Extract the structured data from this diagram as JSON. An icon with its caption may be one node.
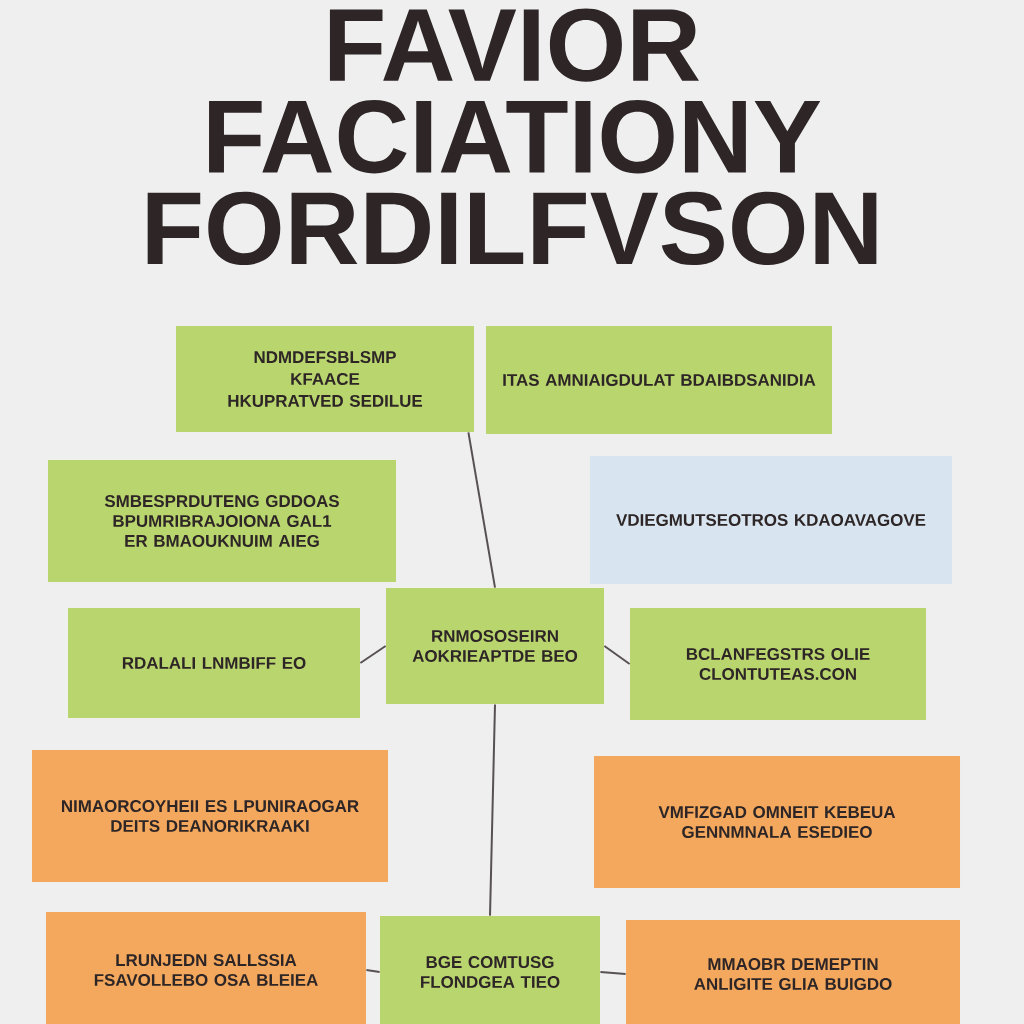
{
  "diagram": {
    "title": "FAVIOR FACIATIONY FORDILFVSON",
    "nodes": [
      {
        "text": [
          "NDMDEFSBLSMP",
          "KFAACE",
          "HKUPRATVED SEDILUE"
        ]
      },
      {
        "text": [
          "ITAS AMNIAIGDULAT BDAIBDSANIDIA"
        ]
      },
      {
        "text": [
          "SMBESPRDUTENG GDDOAS BPUMRIBRAJOIONA GAL1 ER BMAOUKNUIM AIEG"
        ]
      },
      {
        "text": [
          "VDIEGMUTSEOTROS KDAOAVAGOVE"
        ]
      },
      {
        "text": [
          "RDALALI LNMBIFF EO"
        ]
      },
      {
        "text": [
          "RNMOSOSEIRN AOKRIEAPTDE BEO"
        ]
      },
      {
        "text": [
          "BCLANFEGSTRS OLIE CLONTUTEAS.CON"
        ]
      },
      {
        "text": [
          "NIMAORCOYHEII ES LPUNIRAOGAR DEITS DEANORIKRAAKI"
        ]
      },
      {
        "text": [
          "VMFIZGAD OMNEIT KEBEUA GENNMNALA ESEDIEO"
        ]
      },
      {
        "text": [
          "LRUNJEDN SALLSSIA FSAVOLLEBO OSA BLEIEA"
        ]
      },
      {
        "text": [
          "BGE COMTUSG FLONDGEA TIEO"
        ]
      },
      {
        "text": [
          "MMAOBR DEMEPTIN ANLIGITE GLIA BUIGDO"
        ]
      }
    ],
    "edges": [
      {
        "from": 0,
        "to": 5,
        "arrow": "none"
      },
      {
        "from": 4,
        "to": 5,
        "arrow": "none"
      },
      {
        "from": 5,
        "to": 6,
        "arrow": "none"
      },
      {
        "from": 5,
        "to": 10,
        "arrow": "none"
      },
      {
        "from": 9,
        "to": 10,
        "arrow": "none"
      },
      {
        "from": 10,
        "to": 11,
        "arrow": "none"
      }
    ]
  }
}
